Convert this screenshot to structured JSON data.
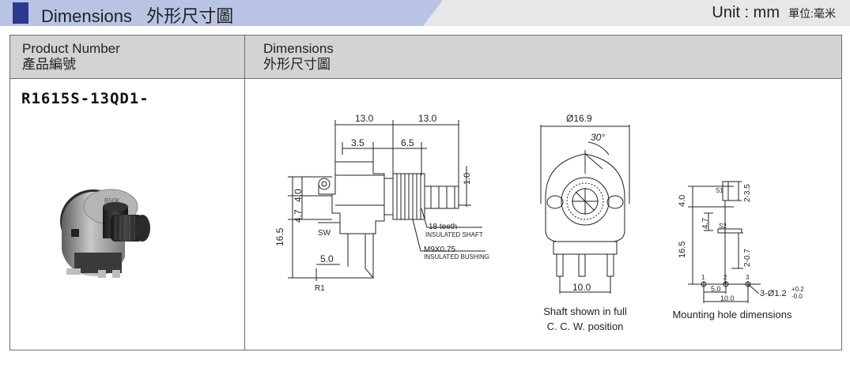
{
  "header": {
    "title_en": "Dimensions",
    "title_zh": "外形尺寸圖",
    "unit_label": "Unit : mm",
    "unit_zh": "單位:毫米"
  },
  "table": {
    "col1_en": "Product Number",
    "col1_zh": "產品編號",
    "col2_en": "Dimensions",
    "col2_zh": "外形尺寸圖",
    "product_number": "R1615S-13QD1-"
  },
  "photo": {
    "marking": "B50K"
  },
  "side_view": {
    "d_13a": "13.0",
    "d_13b": "13.0",
    "d_35": "3.5",
    "d_65": "6.5",
    "d_10": "1.0",
    "d_40": "4.0",
    "d_47": "4.7",
    "d_165": "16.5",
    "d_50": "5.0",
    "sw": "SW",
    "r1": "R1",
    "teeth": "18 teeth",
    "ins_shaft": "INSULATED SHAFT",
    "thread": "M9X0.75",
    "ins_bushing": "INSULATED BUSHING"
  },
  "front_view": {
    "dia": "Ø16.9",
    "angle": "30°",
    "d_100": "10.0",
    "caption_1": "Shaft shown in full",
    "caption_2": "C. C. W. position"
  },
  "hole_view": {
    "d_40": "4.0",
    "d_47": "4.7",
    "d_165": "16.5",
    "d_235": "2-3.5",
    "d_207": "2-0.7",
    "s1": "S1",
    "s2": "S2",
    "p1": "1",
    "p2": "2",
    "p3": "3",
    "d_50": "5.0",
    "d_100": "10.0",
    "hole": "3-Ø1.2",
    "tol_plus": "+0.2",
    "tol_minus": "-0.0",
    "caption": "Mounting hole dimensions"
  }
}
